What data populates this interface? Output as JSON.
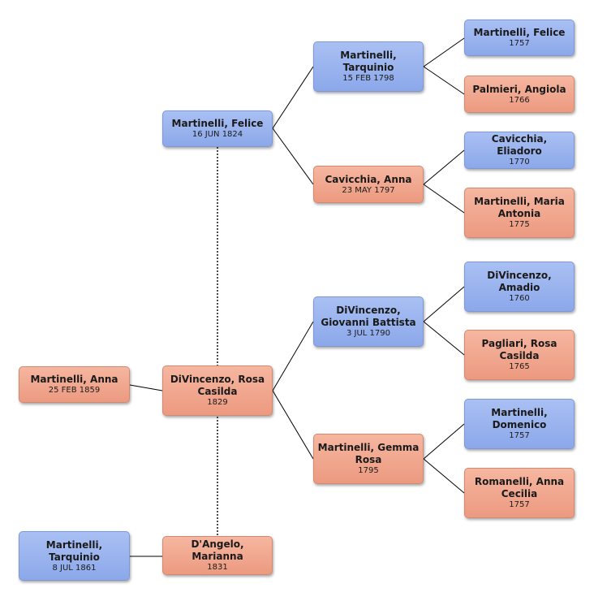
{
  "people": {
    "p1": {
      "name": "Martinelli, Anna",
      "date": "25 FEB 1859"
    },
    "p2": {
      "name": "Martinelli, Tarquinio",
      "date": "8 JUL 1861"
    },
    "p3": {
      "name": "Martinelli, Felice",
      "date": "16 JUN 1824"
    },
    "p4": {
      "name": "DiVincenzo, Rosa Casilda",
      "date": "1829"
    },
    "p5": {
      "name": "D'Angelo, Marianna",
      "date": "1831"
    },
    "p6": {
      "name": "Martinelli, Tarquinio",
      "date": "15 FEB 1798"
    },
    "p7": {
      "name": "Cavicchia, Anna",
      "date": "23 MAY 1797"
    },
    "p8": {
      "name": "DiVincenzo, Giovanni Battista",
      "date": "3 JUL 1790"
    },
    "p9": {
      "name": "Martinelli, Gemma Rosa",
      "date": "1795"
    },
    "p10": {
      "name": "Martinelli, Felice",
      "date": "1757"
    },
    "p11": {
      "name": "Palmieri, Angiola",
      "date": "1766"
    },
    "p12": {
      "name": "Cavicchia, Eliadoro",
      "date": "1770"
    },
    "p13": {
      "name": "Martinelli, Maria Antonia",
      "date": "1775"
    },
    "p14": {
      "name": "DiVincenzo, Amadio",
      "date": "1760"
    },
    "p15": {
      "name": "Pagliari, Rosa Casilda",
      "date": "1765"
    },
    "p16": {
      "name": "Martinelli, Domenico",
      "date": "1757"
    },
    "p17": {
      "name": "Romanelli, Anna Cecilia",
      "date": "1757"
    }
  },
  "colors": {
    "male": "#9cb5f0",
    "female": "#f0a78e"
  }
}
